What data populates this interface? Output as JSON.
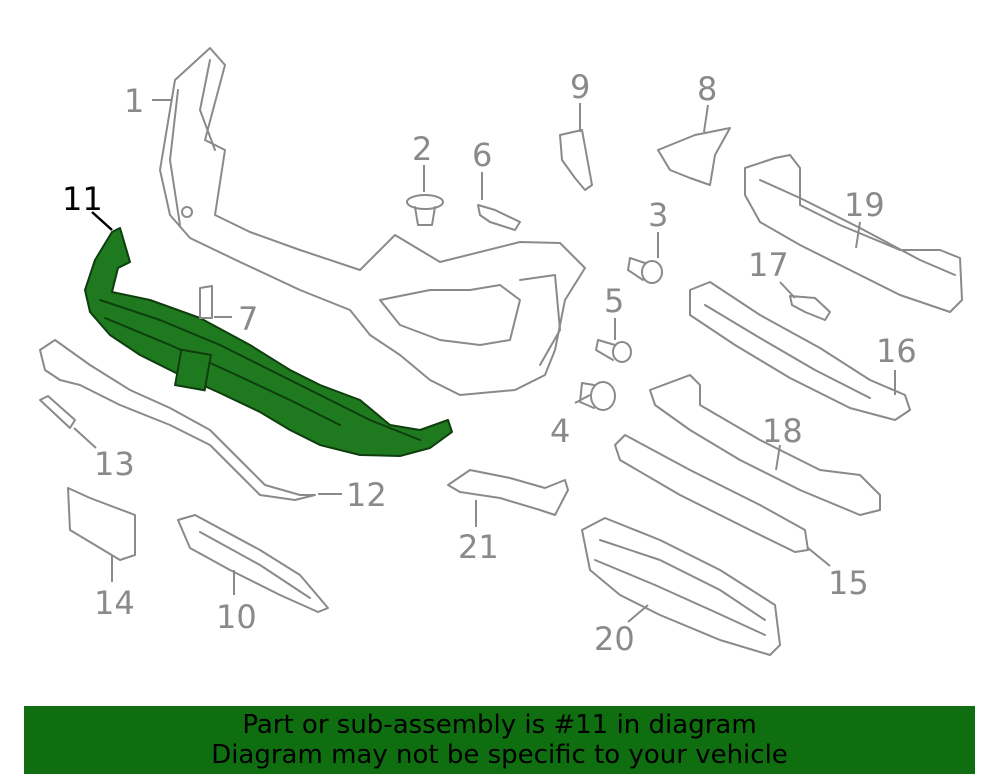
{
  "diagram": {
    "highlighted_part": "11",
    "callouts": [
      "1",
      "2",
      "3",
      "4",
      "5",
      "6",
      "7",
      "8",
      "9",
      "10",
      "11",
      "12",
      "13",
      "14",
      "15",
      "16",
      "17",
      "18",
      "19",
      "20",
      "21"
    ]
  },
  "banner": {
    "line1": "Part or sub-assembly is #11 in diagram",
    "line2": "Diagram may not be specific to your vehicle"
  },
  "colors": {
    "highlight": "#1f7a1f",
    "banner": "#0f6e0f",
    "outline": "#8a8a8a"
  }
}
